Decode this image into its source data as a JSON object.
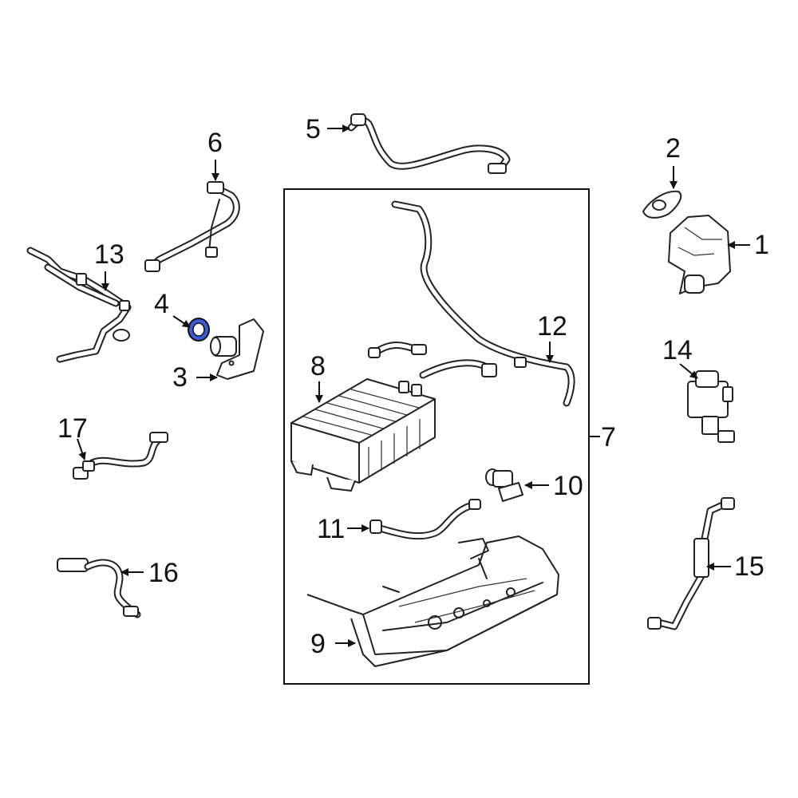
{
  "diagram": {
    "callouts": [
      {
        "id": "1",
        "label": "1"
      },
      {
        "id": "2",
        "label": "2"
      },
      {
        "id": "3",
        "label": "3"
      },
      {
        "id": "4",
        "label": "4"
      },
      {
        "id": "5",
        "label": "5"
      },
      {
        "id": "6",
        "label": "6"
      },
      {
        "id": "7",
        "label": "7"
      },
      {
        "id": "8",
        "label": "8"
      },
      {
        "id": "9",
        "label": "9"
      },
      {
        "id": "10",
        "label": "10"
      },
      {
        "id": "11",
        "label": "11"
      },
      {
        "id": "12",
        "label": "12"
      },
      {
        "id": "13",
        "label": "13"
      },
      {
        "id": "14",
        "label": "14"
      },
      {
        "id": "15",
        "label": "15"
      },
      {
        "id": "16",
        "label": "16"
      },
      {
        "id": "17",
        "label": "17"
      }
    ],
    "highlight_color": "#3b5bd6"
  }
}
